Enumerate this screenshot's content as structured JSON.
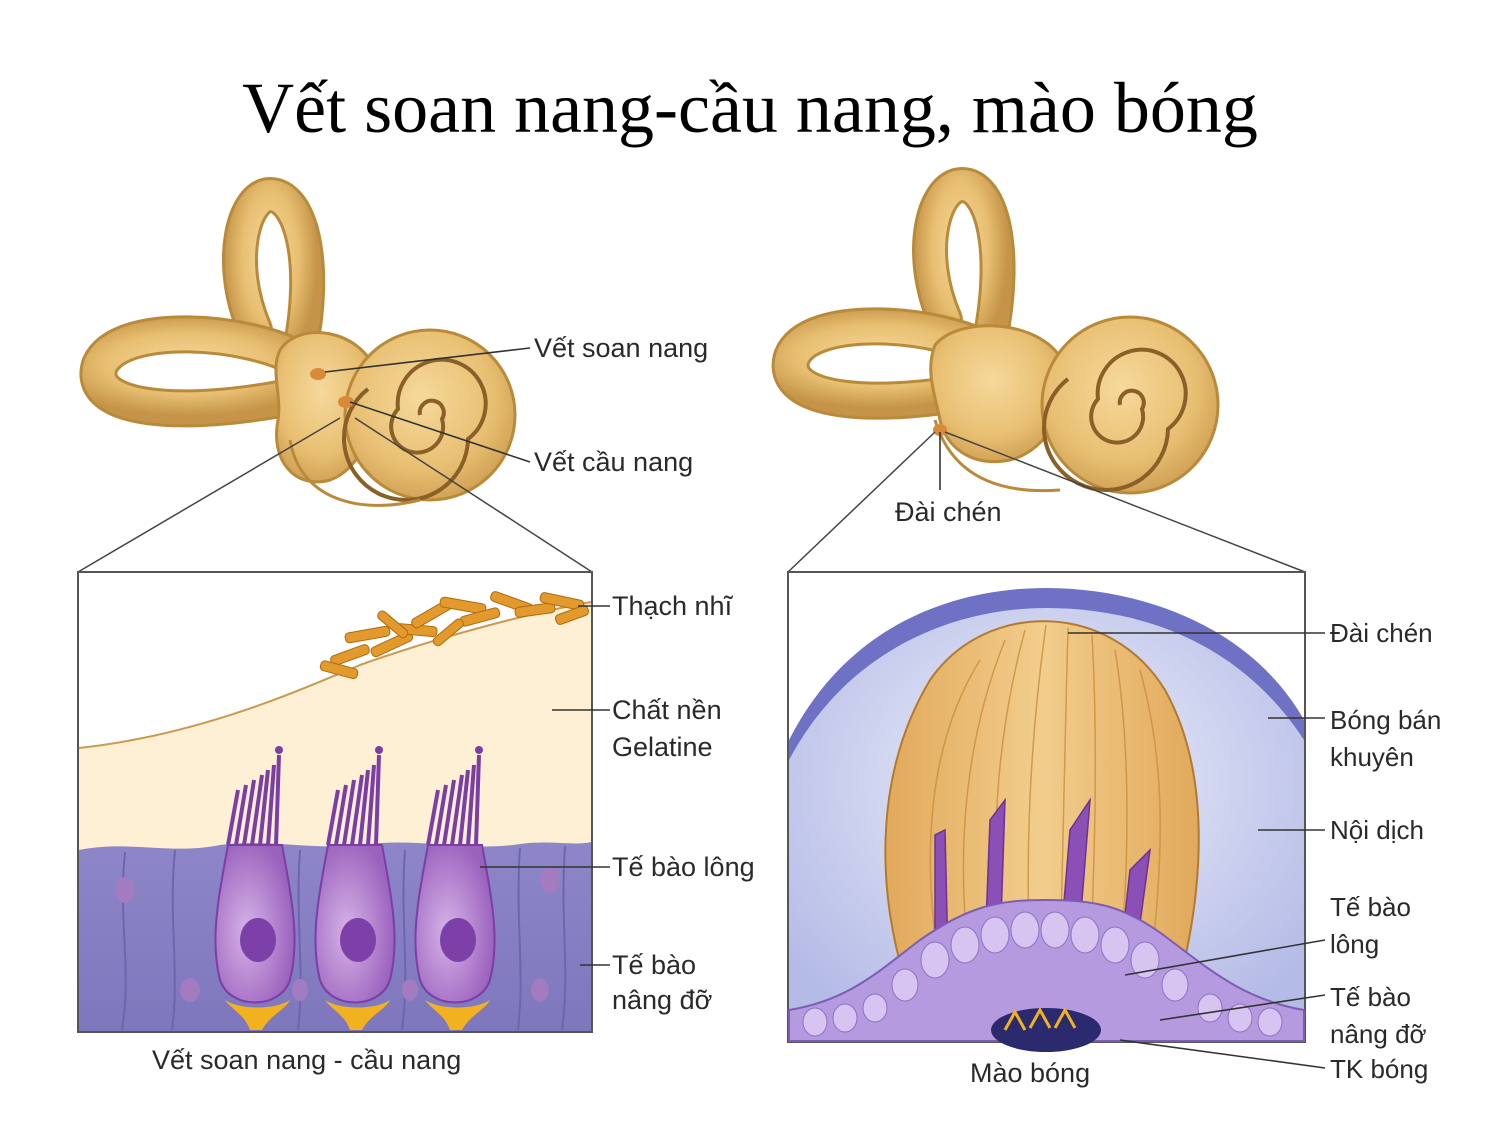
{
  "title": "Vết soan nang-cầu nang, mào bóng",
  "left_panel": {
    "labels": {
      "utricle_macula": "Vết soan nang",
      "saccule_macula": "Vết cầu nang",
      "otoliths": "Thạch nhĩ",
      "gel_line1": "Chất nền",
      "gel_line2": "Gelatine",
      "hair_cell": "Tế bào lông",
      "support_line1": "Tế bào",
      "support_line2": "nâng đỡ",
      "caption": "Vết soan nang - cầu nang"
    }
  },
  "right_panel": {
    "labels": {
      "cupula_top": "Đài chén",
      "cupula": "Đài chén",
      "ampulla_line1": "Bóng bán",
      "ampulla_line2": "khuyên",
      "endolymph": "Nội dịch",
      "hair_line1": "Tế bào",
      "hair_line2": "lông",
      "support_line1": "Tế bào",
      "support_line2": "nâng đỡ",
      "nerve": "TK bóng",
      "caption": "Mào bóng"
    }
  },
  "colors": {
    "bone": "#e8bf72",
    "bone_dark": "#b98a3a",
    "gel": "#fdf0d4",
    "otolith": "#e39a2c",
    "support": "#8f87c8",
    "hair": "#a36fc4",
    "ampulla": "#6f72c4",
    "endolymph": "#c9d0f0",
    "cupula": "#e9b970",
    "nerve_fiber": "#f2b21f"
  }
}
